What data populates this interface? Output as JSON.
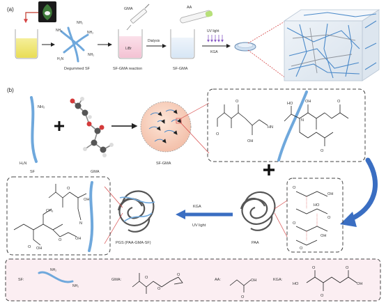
{
  "panels": {
    "a": "(a)",
    "b": "(b)"
  },
  "panel_a": {
    "gma_syringe": "GMA",
    "aa_tube": "AA",
    "beaker_libr": "LiBr",
    "arrow_dialysis": "Dialysis",
    "uv_light": "UV light",
    "kga": "KGA",
    "caption_degummed": "Degummed SF",
    "caption_reaction": "SF-GMA reaction",
    "caption_sfgma": "SF-GMA"
  },
  "panel_b": {
    "sf": "SF",
    "gma": "GMA",
    "sfgma": "SF-GMA",
    "paa": "PAA",
    "pgs": "PGS (PAA-GMA-SF)",
    "kga": "KGA",
    "uv": "UV light",
    "nh2": "NH₂",
    "h2n": "H₂N",
    "o": "O",
    "oh": "OH",
    "ho": "HO",
    "n": "N",
    "hn": "HN",
    "ch3": "CH₃"
  },
  "legend": {
    "sf": "SF:",
    "gma": "GMA:",
    "aa": "AA:",
    "kga": "KGA:"
  },
  "colors": {
    "fiber": "#6fa8dc",
    "legend_bg": "#fbeef2",
    "dash": "#444444",
    "red_arrow": "#d64545",
    "blue_arrow": "#3a6ec2"
  }
}
